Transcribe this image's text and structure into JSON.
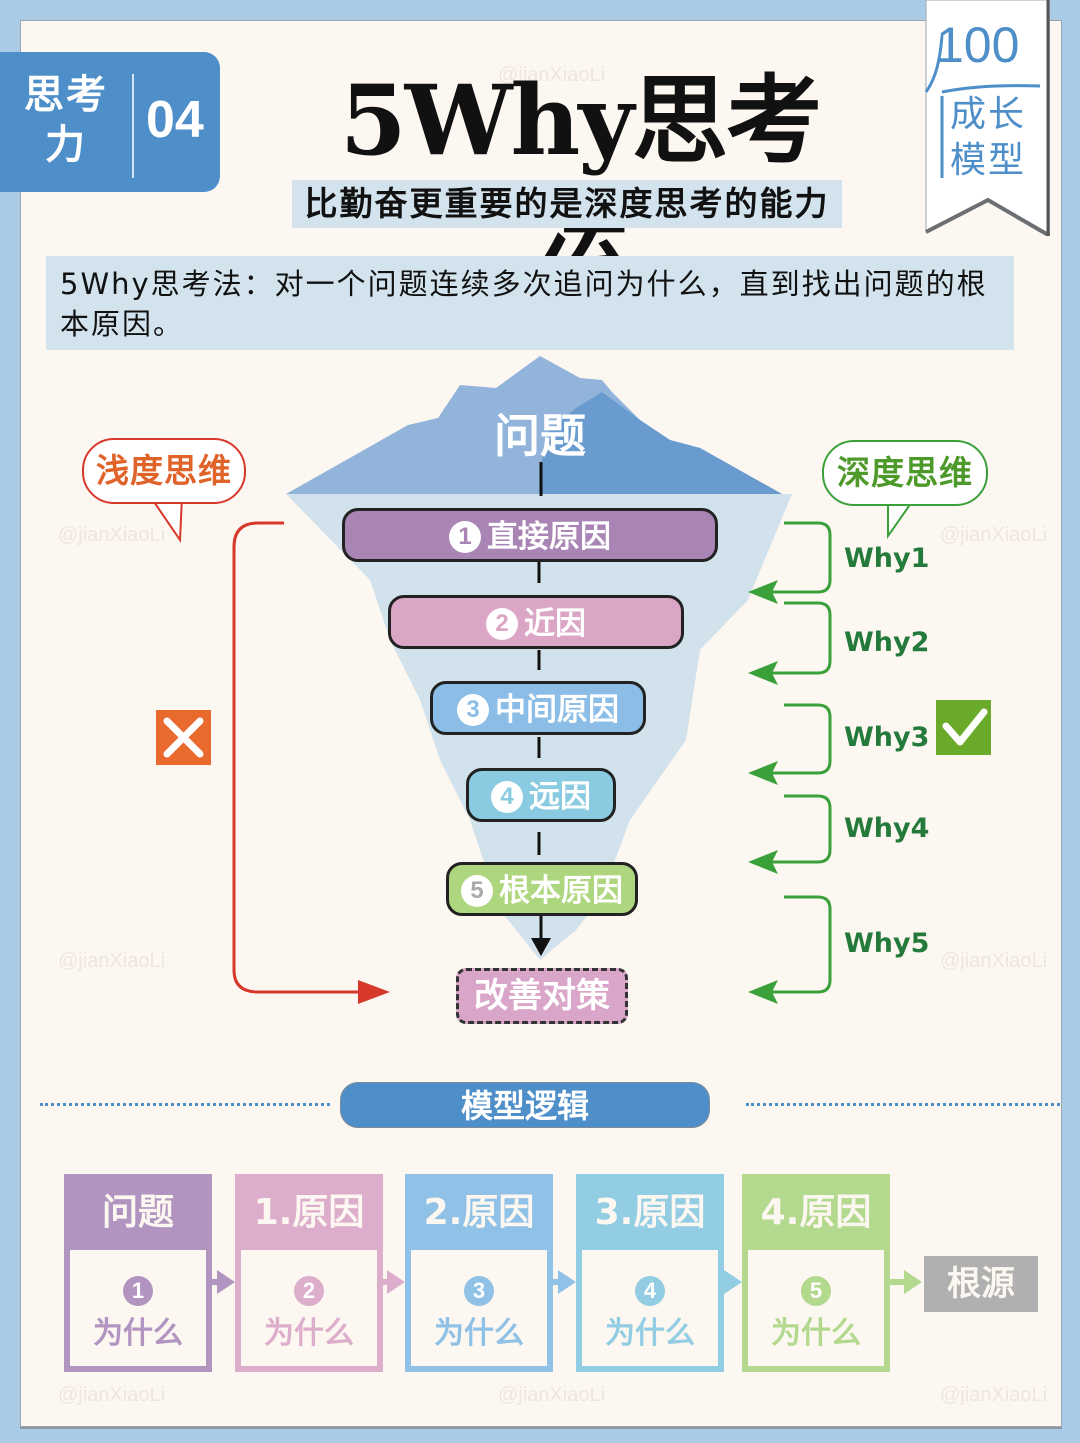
{
  "header": {
    "series_category": "思考力",
    "series_number": "04",
    "title": "5Why思考法",
    "subtitle": "比勤奋更重要的是深度思考的能力",
    "bookmark_number": "100",
    "bookmark_label": "成长模型"
  },
  "definition": "5Why思考法：对一个问题连续多次追问为什么，直到找出问题的根本原因。",
  "iceberg": {
    "top_label": "问题",
    "levels": [
      {
        "num": "1",
        "label": "直接原因",
        "color": "#a985b6"
      },
      {
        "num": "2",
        "label": "近因",
        "color": "#dba6c6"
      },
      {
        "num": "3",
        "label": "中间原因",
        "color": "#8bbde6"
      },
      {
        "num": "4",
        "label": "远因",
        "color": "#8bcbe2"
      },
      {
        "num": "5",
        "label": "根本原因",
        "color": "#aed67e"
      }
    ],
    "outcome": "改善对策"
  },
  "shallow": {
    "label": "浅度思维",
    "mark": "x-icon",
    "color": "#d6392a"
  },
  "deep": {
    "label": "深度思维",
    "mark": "check-icon",
    "color": "#3aa03a",
    "whys": [
      "Why1",
      "Why2",
      "Why3",
      "Why4",
      "Why5"
    ]
  },
  "logic": {
    "title": "模型逻辑",
    "steps": [
      {
        "head": "问题",
        "num": "1",
        "label": "为什么",
        "color": "#b194c0"
      },
      {
        "head": "1.原因",
        "num": "2",
        "label": "为什么",
        "color": "#ddaecb"
      },
      {
        "head": "2.原因",
        "num": "3",
        "label": "为什么",
        "color": "#8fc2e6"
      },
      {
        "head": "3.原因",
        "num": "4",
        "label": "为什么",
        "color": "#93cde3"
      },
      {
        "head": "4.原因",
        "num": "5",
        "label": "为什么",
        "color": "#b3d98e"
      }
    ],
    "result": "根源"
  },
  "watermark": "@jianXiaoLi"
}
